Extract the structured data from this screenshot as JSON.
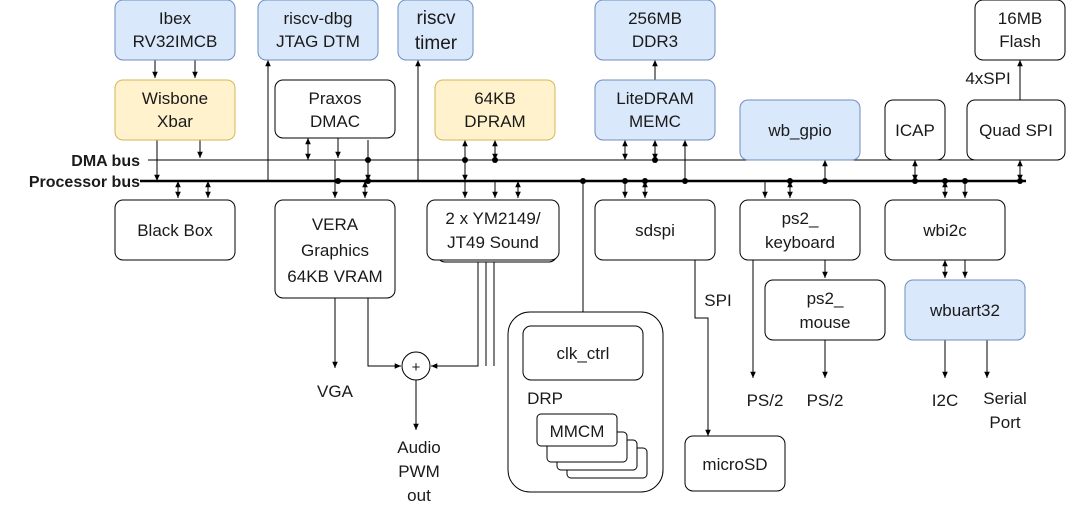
{
  "blocks": {
    "ibex": [
      "Ibex",
      "RV32IMCB"
    ],
    "riscv_dbg": [
      "riscv-dbg",
      "JTAG DTM"
    ],
    "riscv_timer": [
      "riscv",
      "timer"
    ],
    "ddr3": [
      "256MB",
      "DDR3"
    ],
    "flash": [
      "16MB",
      "Flash"
    ],
    "wisbone": [
      "Wisbone",
      "Xbar"
    ],
    "praxos": [
      "Praxos",
      "DMAC"
    ],
    "dpram": [
      "64KB",
      "DPRAM"
    ],
    "litedram": [
      "LiteDRAM",
      "MEMC"
    ],
    "wb_gpio": [
      "wb_gpio"
    ],
    "icap": [
      "ICAP"
    ],
    "quad_spi": [
      "Quad SPI"
    ],
    "black_box": [
      "Black Box"
    ],
    "vera": [
      "VERA",
      "Graphics",
      "64KB VRAM"
    ],
    "sound": [
      "2 x YM2149/",
      "JT49 Sound"
    ],
    "sdspi": [
      "sdspi"
    ],
    "ps2_keyboard": [
      "ps2_",
      "keyboard"
    ],
    "wbi2c": [
      "wbi2c"
    ],
    "ps2_mouse": [
      "ps2_",
      "mouse"
    ],
    "wbuart32": [
      "wbuart32"
    ],
    "clk_ctrl": [
      "clk_ctrl"
    ],
    "mmcm": [
      "MMCM"
    ],
    "microsd": [
      "microSD"
    ]
  },
  "buses": {
    "dma": "DMA bus",
    "processor": "Processor bus"
  },
  "labels": {
    "four_x_spi": "4xSPI",
    "spi": "SPI",
    "drp": "DRP",
    "vga": "VGA",
    "audio": [
      "Audio",
      "PWM",
      "out"
    ],
    "ps2_kbd_out": "PS/2",
    "ps2_mouse_out": "PS/2",
    "i2c": "I2C",
    "serial": [
      "Serial",
      "Port"
    ],
    "mixer": "+"
  },
  "colors": {
    "blue_fill": "#dae8fc",
    "blue_stroke": "#6c8ebf",
    "yellow_fill": "#fff2cc",
    "yellow_stroke": "#d6b656"
  }
}
